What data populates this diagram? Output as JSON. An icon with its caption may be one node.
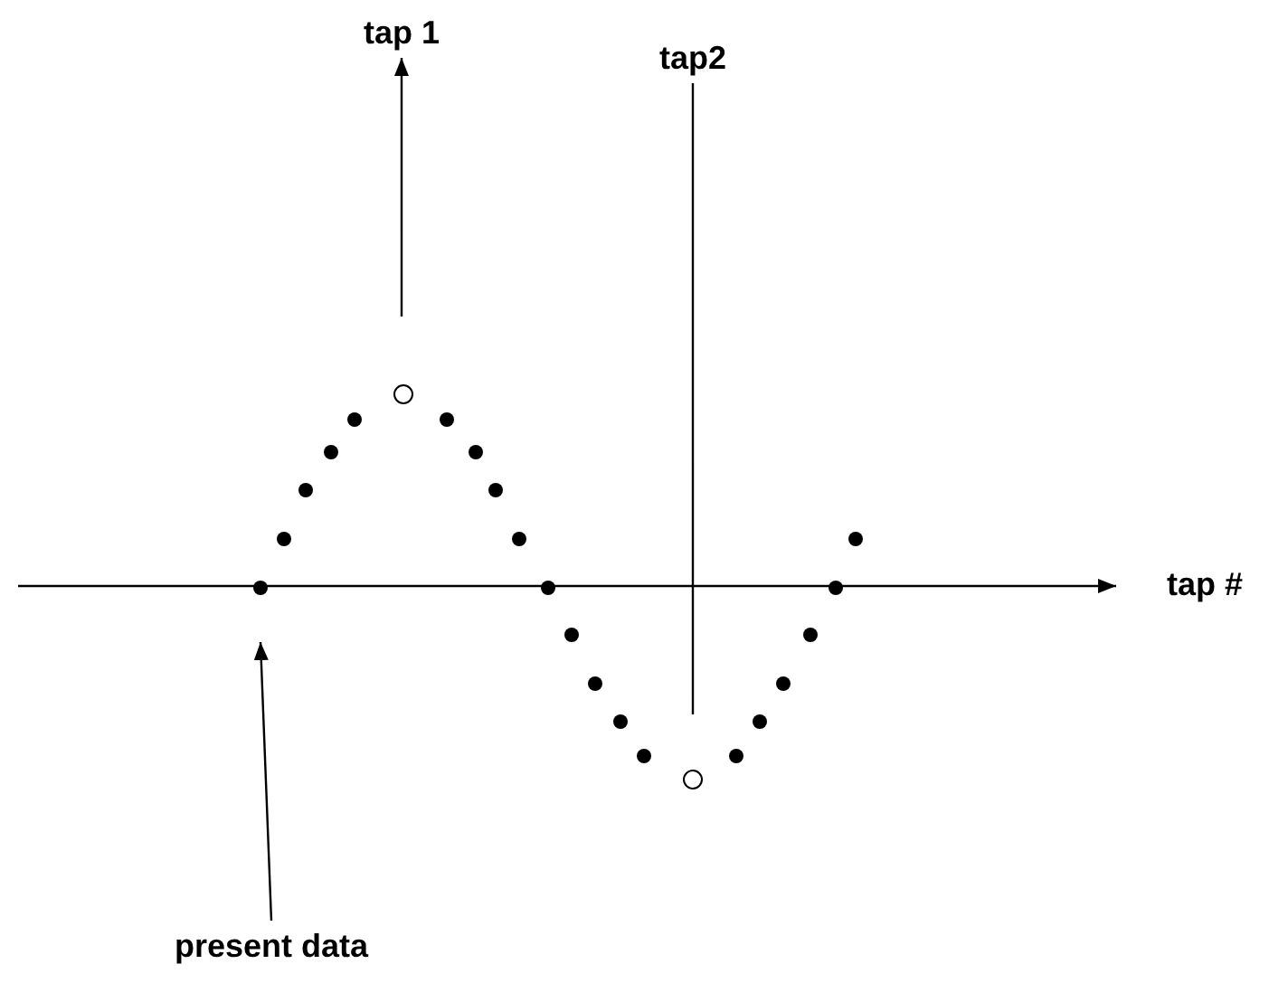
{
  "diagram": {
    "nodes": [
      {
        "text": [
          "tap 1"
        ]
      },
      {
        "text": [
          "tap2"
        ]
      },
      {
        "text": [
          "present data"
        ]
      }
    ],
    "edges": [
      {
        "from": null,
        "to": 0,
        "arrow": "to"
      },
      {
        "from": 1,
        "to": null,
        "arrow": "none"
      },
      {
        "from": 2,
        "to": null,
        "arrow": "to"
      }
    ],
    "labels": [
      "tap #"
    ]
  }
}
